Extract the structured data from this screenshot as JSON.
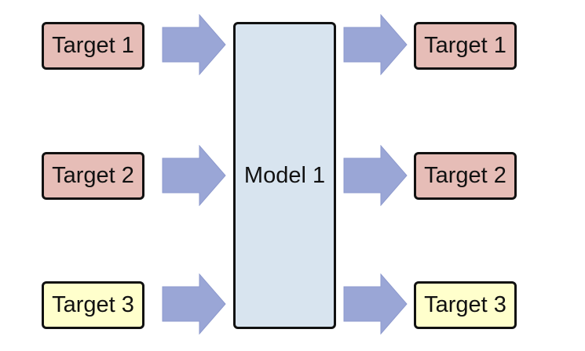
{
  "diagram": {
    "model_label": "Model 1",
    "inputs": [
      {
        "label": "Target 1",
        "kind": "red"
      },
      {
        "label": "Target 2",
        "kind": "red"
      },
      {
        "label": "Target 3",
        "kind": "yellow"
      }
    ],
    "outputs": [
      {
        "label": "Target 1",
        "kind": "red"
      },
      {
        "label": "Target 2",
        "kind": "red"
      },
      {
        "label": "Target 3",
        "kind": "yellow"
      }
    ]
  },
  "colors": {
    "target_red_fill": "#e6bdb7",
    "target_yellow_fill": "#ffffcc",
    "model_fill": "#d8e4ef",
    "arrow_fill": "#9aa6d6",
    "arrow_stroke": "#8d99cd",
    "border": "#111111"
  }
}
